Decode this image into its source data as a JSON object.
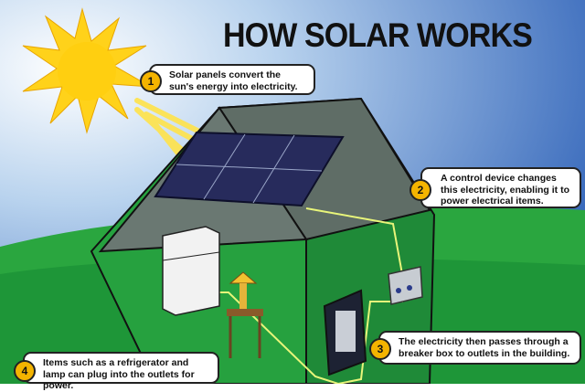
{
  "title": "HOW SOLAR WORKS",
  "steps": [
    {
      "number": "1",
      "text": "Solar panels convert the sun's energy into electricity."
    },
    {
      "number": "2",
      "text": "A control device changes this electricity, enabling it to power electrical items."
    },
    {
      "number": "3",
      "text": "The electricity then passes through a breaker box to outlets in the building."
    },
    {
      "number": "4",
      "text": "Items such as a refrigerator and lamp can plug into the outlets for power."
    }
  ],
  "colors": {
    "sky": "#3c6fc4",
    "grass": "#1f9a3a",
    "sun": "#ffd21a",
    "badge": "#f4b400",
    "wire": "#e8f57a"
  }
}
